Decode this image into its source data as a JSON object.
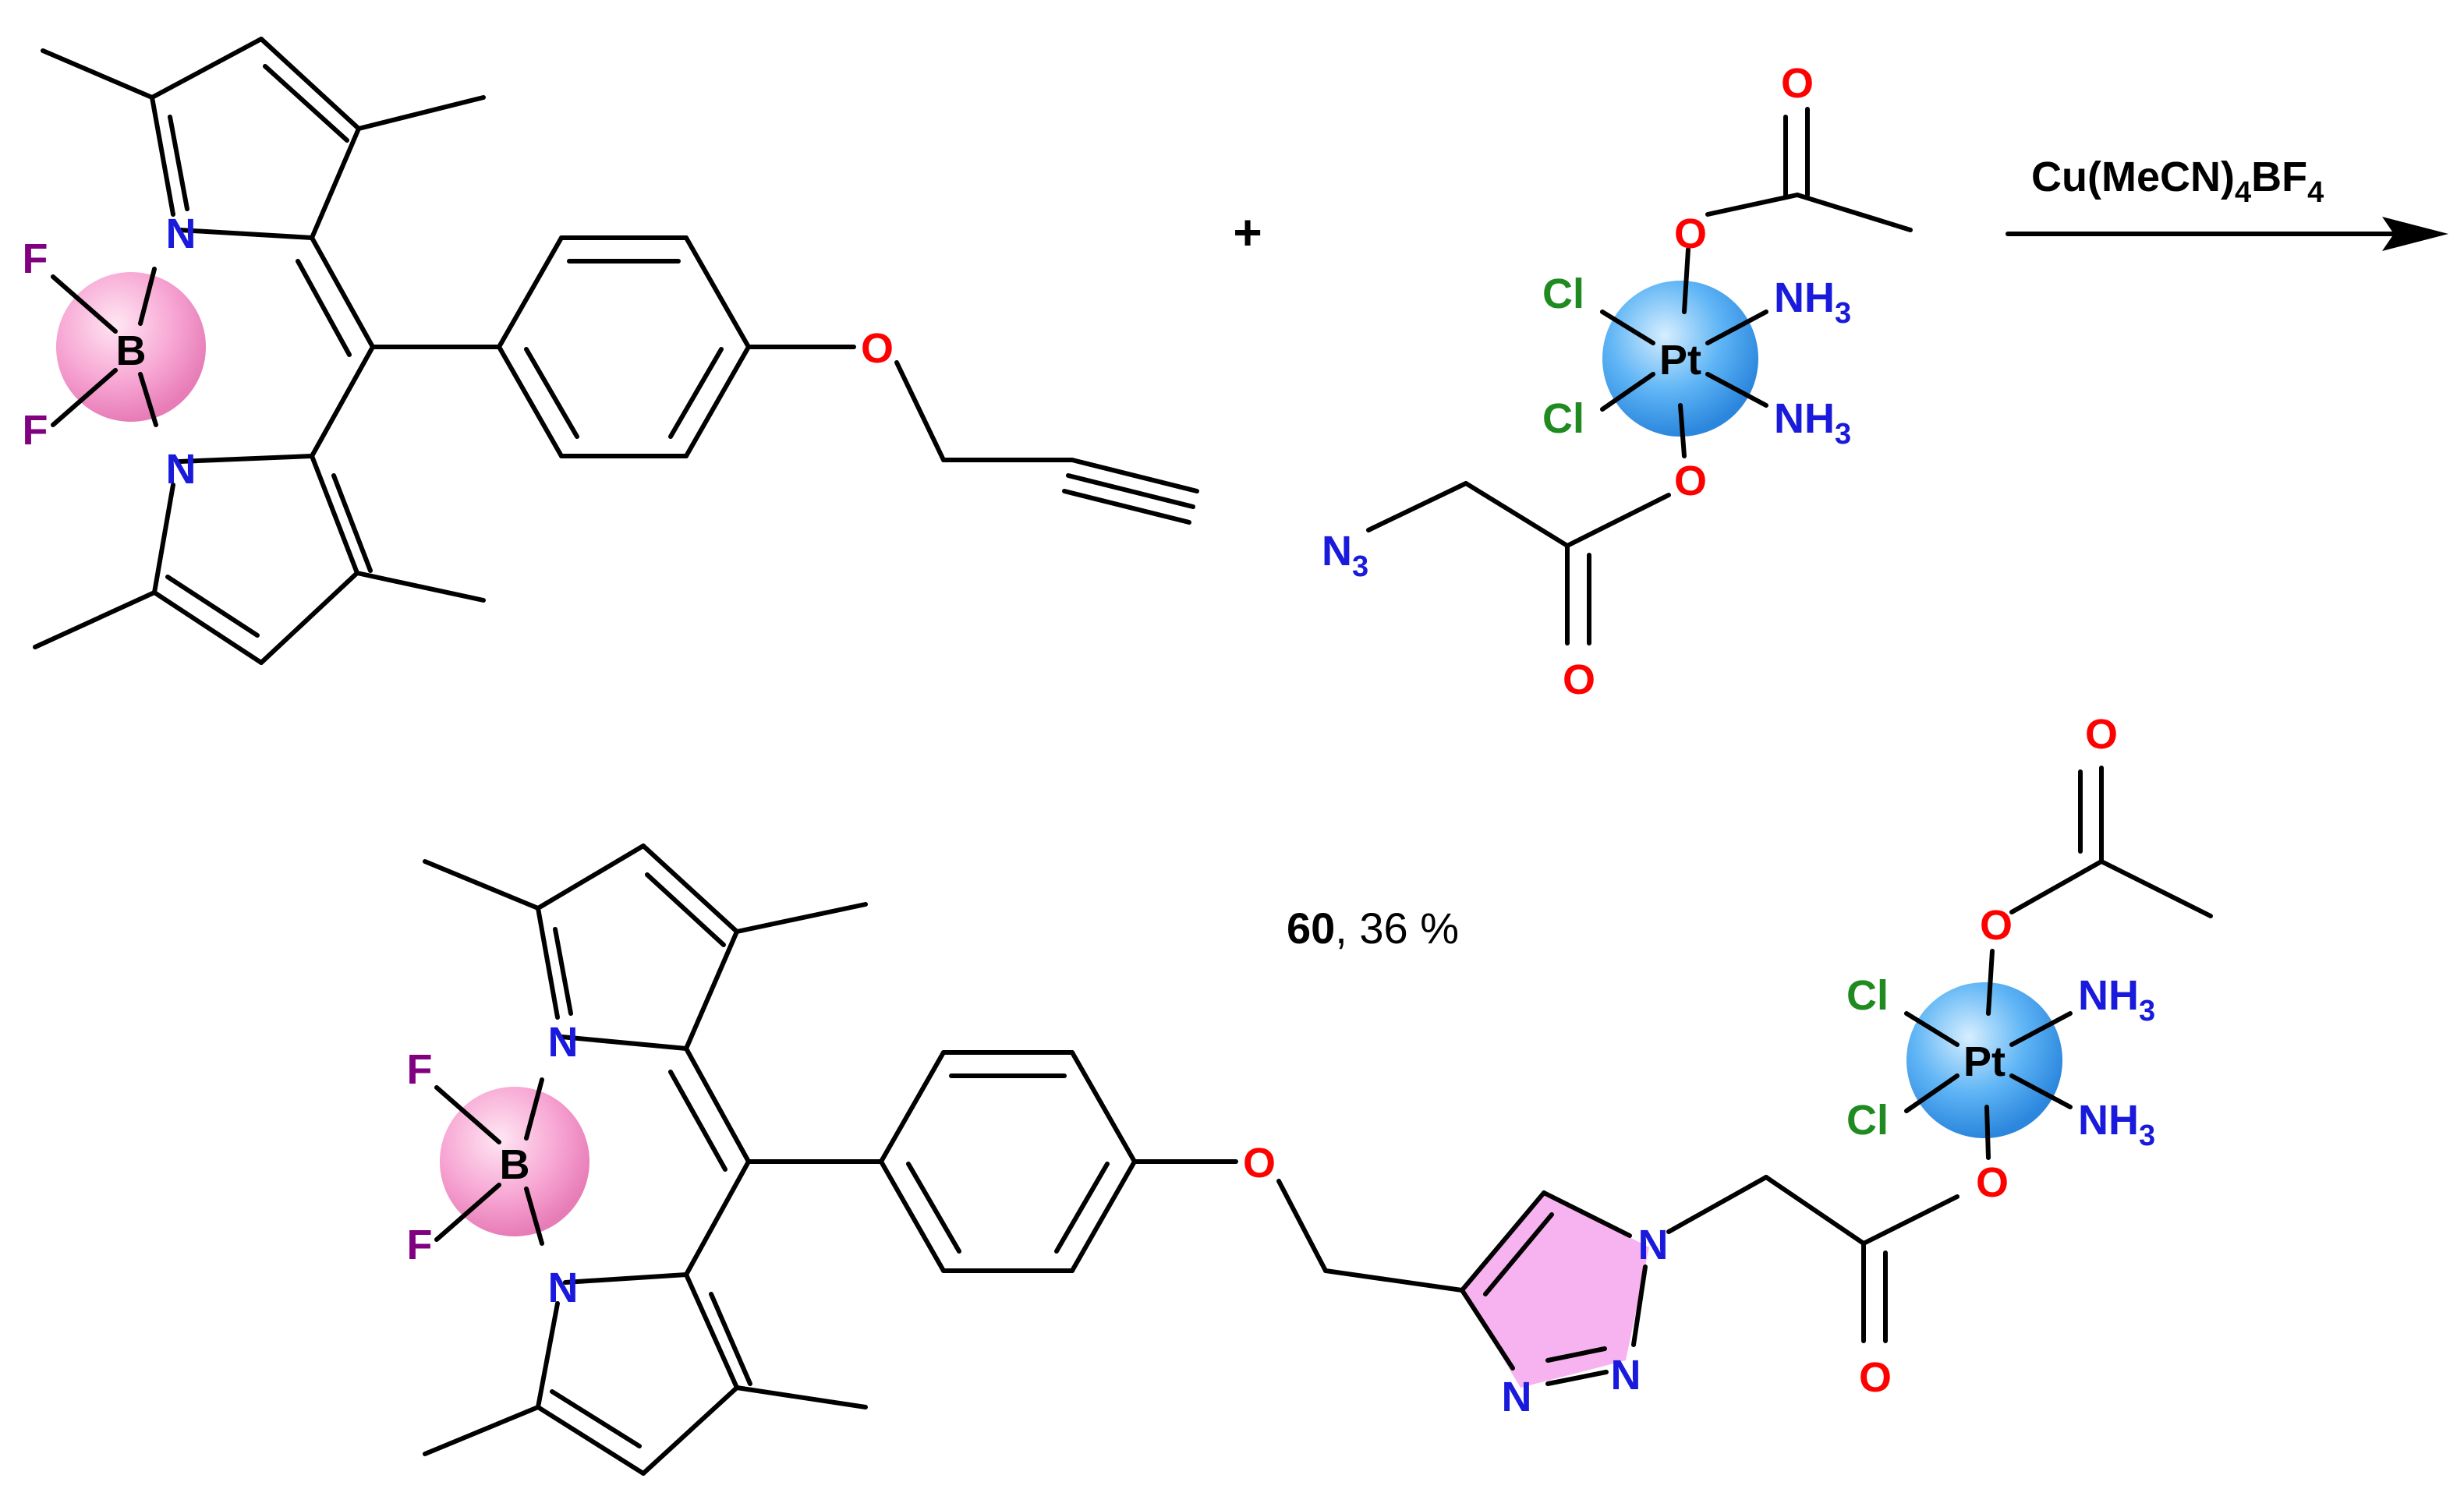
{
  "scheme": {
    "plus_sign": "+",
    "reagent": "Cu(MeCN)4BF4",
    "product_number": "60",
    "yield_text": ", 36 %"
  },
  "atoms": {
    "N": "N",
    "N3": "N3",
    "B": "B",
    "F": "F",
    "O": "O",
    "Cl": "Cl",
    "Pt": "Pt",
    "NH3": "NH3"
  },
  "colors": {
    "bond": "#000000",
    "nitrogen": "#1a1adc",
    "oxygen": "#ff0000",
    "fluorine": "#800080",
    "chlorine": "#1f8a1f",
    "boron_sphere": "#f49ccc",
    "platinum_sphere": "#4aa8f0",
    "triazole_fill": "#f7b3ef"
  }
}
